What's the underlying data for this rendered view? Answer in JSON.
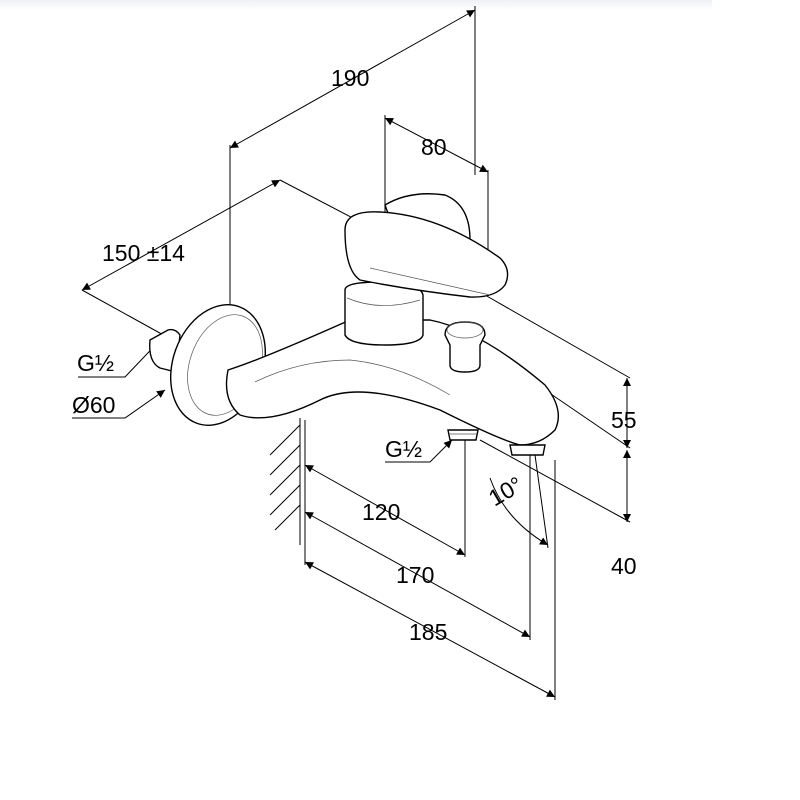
{
  "drawing": {
    "dimensions": {
      "overall_depth": "190",
      "lever_offset": "80",
      "wall_centres": "150 ±14",
      "inlet_thread": "G½",
      "rosette_diameter": "Ø60",
      "outlet_thread": "G½",
      "height_top": "55",
      "height_bottom": "40",
      "angle": "10°",
      "depth_outlet_thread": "120",
      "depth_spout": "170",
      "depth_total": "185"
    }
  }
}
